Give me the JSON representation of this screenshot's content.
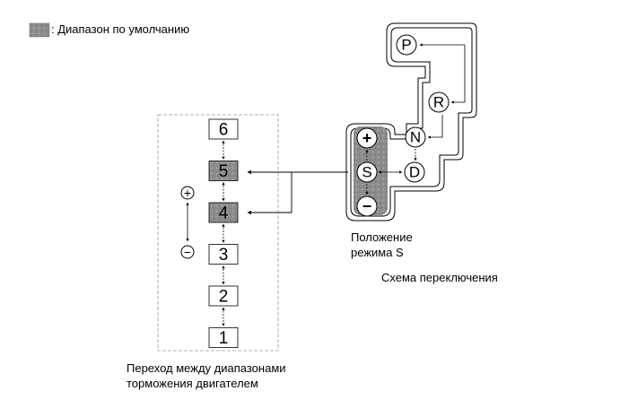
{
  "legend": {
    "text": ": Диапазон по умолчанию",
    "swatch_color": "#8c8c8c"
  },
  "ranges": [
    {
      "label": "6",
      "default": false
    },
    {
      "label": "5",
      "default": true
    },
    {
      "label": "4",
      "default": true
    },
    {
      "label": "3",
      "default": false
    },
    {
      "label": "2",
      "default": false
    },
    {
      "label": "1",
      "default": false
    }
  ],
  "side_controls": {
    "plus": "+",
    "minus": "−"
  },
  "gate": {
    "positions": {
      "P": "P",
      "R": "R",
      "N": "N",
      "D": "D",
      "S": "S",
      "plus": "+",
      "minus": "−"
    }
  },
  "captions": {
    "transition_line1": "Переход между диапазонами",
    "transition_line2": "торможения двигателем",
    "s_mode_line1": "Положение",
    "s_mode_line2": "режима S",
    "shift_pattern": "Схема переключения"
  },
  "colors": {
    "shaded": "#8c8c8c",
    "stroke": "#000000",
    "dashed": "#9a9a9a"
  }
}
